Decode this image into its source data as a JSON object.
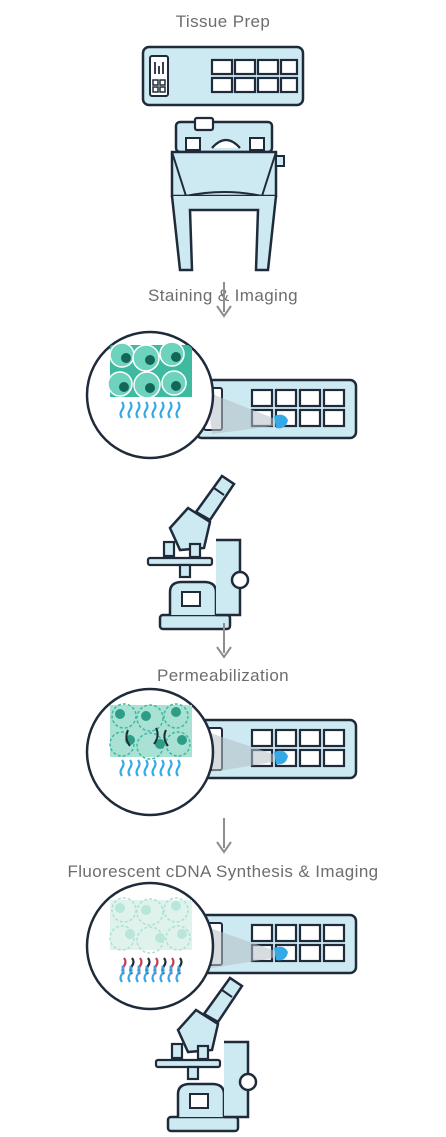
{
  "steps": [
    {
      "title": "Tissue Prep",
      "illustration": "cryostat-and-slide-icon"
    },
    {
      "title": "Staining & Imaging",
      "illustration": "stained-tissue-microscope-icon"
    },
    {
      "title": "Permeabilization",
      "illustration": "permeabilized-tissue-icon"
    },
    {
      "title": "Fluorescent cDNA Synthesis & Imaging",
      "illustration": "fluorescent-cdna-microscope-icon"
    }
  ],
  "colors": {
    "outline": "#1f2b3a",
    "fill": "#cde9f1",
    "teal": "#3dba9f",
    "blue_accent": "#35a9e6",
    "arrow": "#8e8e8e",
    "text": "#6d6d6d",
    "red_probe": "#c43c5a"
  }
}
